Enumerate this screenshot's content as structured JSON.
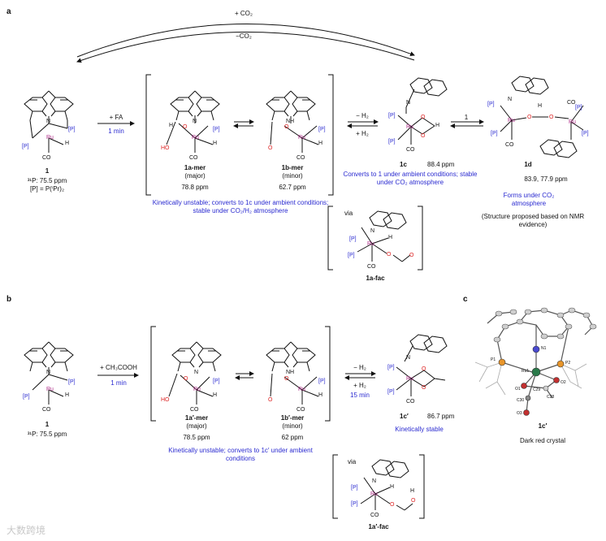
{
  "panels": {
    "a": "a",
    "b": "b",
    "c": "c"
  },
  "atoms": {
    "N": "N",
    "NH": "NH",
    "Ru": "Ru",
    "H": "H",
    "CO": "CO",
    "P": "[P]",
    "O": "O",
    "HO": "HO",
    "P1": "P1",
    "P2": "P2",
    "N1": "N1",
    "Ru1": "Ru1",
    "O1": "O1",
    "O2": "O2",
    "O3": "O3",
    "C29": "C29",
    "C30": "C30",
    "C28": "C28"
  },
  "top": {
    "plus_co2": "+ CO₂",
    "minus_co2": "−CO₂"
  },
  "a": {
    "cmpd1": {
      "label": "1",
      "ppm": "³¹P: 75.5 ppm",
      "def": "[P] = P(ⁱPr)₂"
    },
    "arrow1": {
      "top": "+ FA",
      "bottom": "1 min"
    },
    "mer1a": {
      "label": "1a-mer",
      "sub": "(major)",
      "ppm": "78.8 ppm"
    },
    "mer1b": {
      "label": "1b-mer",
      "sub": "(minor)",
      "ppm": "62.7 ppm"
    },
    "note1": "Kinetically unstable; converts to 1c under ambient conditions; stable under CO₂/H₂ atmosphere",
    "arrow2": {
      "top": "− H₂",
      "bottom": "+ H₂"
    },
    "cmpd1c": {
      "label": "1c",
      "ppm": "88.4 ppm",
      "note": "Converts to 1 under ambient conditions; stable under CO₂ atmosphere"
    },
    "arrow3": {
      "top": "1"
    },
    "cmpd1d": {
      "label": "1d",
      "ppm": "83.9, 77.9 ppm",
      "note": "Forms under CO₂ atmosphere",
      "note2": "(Structure proposed based on NMR evidence)"
    },
    "fac": {
      "via": "via",
      "label": "1a-fac"
    }
  },
  "b": {
    "cmpd1": {
      "label": "1",
      "ppm": "³¹P: 75.5 ppm"
    },
    "arrow1": {
      "top": "+ CH₃COOH",
      "bottom": "1 min"
    },
    "mer1a": {
      "label": "1a′-mer",
      "sub": "(major)",
      "ppm": "78.5 ppm"
    },
    "mer1b": {
      "label": "1b′-mer",
      "sub": "(minor)",
      "ppm": "62 ppm"
    },
    "note1": "Kinetically unstable; converts to 1c′ under ambient conditions",
    "arrow2": {
      "top": "− H₂",
      "bottom": "+ H₂",
      "time": "15 min"
    },
    "cmpd1c": {
      "label": "1c′",
      "ppm": "86.7 ppm",
      "note": "Kinetically stable"
    },
    "fac": {
      "via": "via",
      "label": "1a′-fac"
    }
  },
  "c": {
    "label": "1c′",
    "caption": "Dark red crystal"
  },
  "watermark": "大数跨境",
  "colors": {
    "phosphorus": "#2a2ad0",
    "ruthenium": "#b0308a",
    "oxygen": "#d22222",
    "note": "#2a2ad0"
  }
}
